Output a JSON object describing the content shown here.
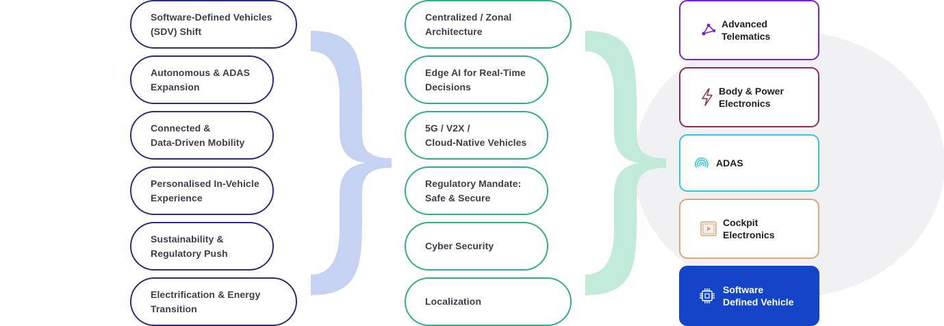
{
  "drivers": [
    {
      "label": "Software-Defined Vehicles\n(SDV) Shift"
    },
    {
      "label": "Autonomous & ADAS\nExpansion"
    },
    {
      "label": "Connected &\nData-Driven Mobility"
    },
    {
      "label": "Personalised In-Vehicle\nExperience"
    },
    {
      "label": "Sustainability &\nRegulatory Push"
    },
    {
      "label": "Electrification & Energy\nTransition"
    }
  ],
  "enablers": [
    {
      "label": "Centralized / Zonal\nArchitecture"
    },
    {
      "label": "Edge AI for Real-Time\nDecisions"
    },
    {
      "label": "5G / V2X /\nCloud-Native Vehicles"
    },
    {
      "label": "Regulatory Mandate:\nSafe & Secure"
    },
    {
      "label": "Cyber Security"
    },
    {
      "label": "Localization"
    }
  ],
  "domains": [
    {
      "label": "Advanced\nTelematics",
      "icon": "telematics-icon",
      "color": "#7a1fd6"
    },
    {
      "label": "Body & Power\nElectronics",
      "icon": "lightning-icon",
      "color": "#8a2a55"
    },
    {
      "label": "ADAS",
      "icon": "fingerprint-radar-icon",
      "color": "#2ec9d6"
    },
    {
      "label": "Cockpit\nElectronics",
      "icon": "play-screen-icon",
      "color": "#d9a77c"
    },
    {
      "label": "Software\nDefined Vehicle",
      "icon": "chip-icon",
      "color": "#1444c8"
    }
  ],
  "colors": {
    "left_border": "#2c2d76",
    "mid_border": "#2fae86",
    "brace_left": "#c6d2f2",
    "brace_right": "#c2ead9",
    "background_circle": "#f1f1f4"
  }
}
